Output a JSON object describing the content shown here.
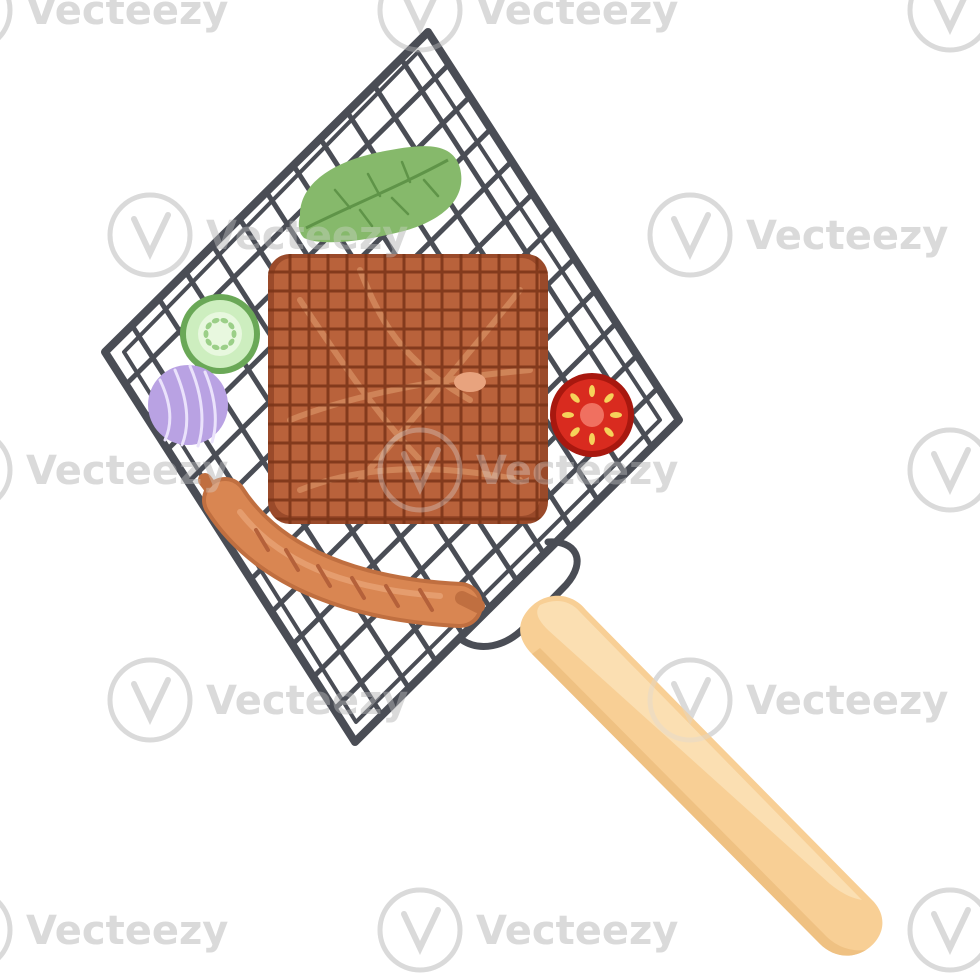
{
  "watermark": {
    "text": "Vecteezy",
    "color": "#d9d9d9"
  },
  "colors": {
    "background": "#ffffff",
    "grill_wire": "#4a4d55",
    "handle": "#f8cf95",
    "handle_highlight": "#fbe0b5",
    "steak": "#b9623b",
    "steak_edge": "#9a4a2a",
    "sausage": "#d98652",
    "lettuce": "#86b96b",
    "cucumber": "#b6e3a6",
    "onion": "#c8b4ea",
    "tomato": "#d92b1f"
  },
  "icons": [
    "grill-basket",
    "steak",
    "sausage",
    "lettuce-leaf",
    "cucumber-slice",
    "onion-slice",
    "tomato-slice",
    "wooden-handle",
    "vecteezy-logo"
  ]
}
